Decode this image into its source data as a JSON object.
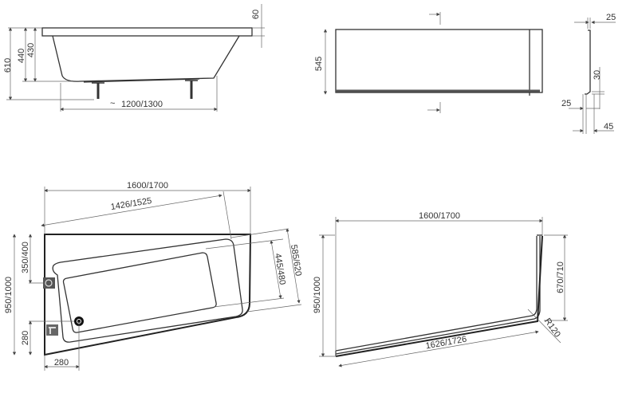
{
  "diagram": {
    "title": "Corner bathtub technical drawing",
    "colors": {
      "line": "#222222",
      "dimension": "#666666",
      "text": "#333333",
      "fixture": "#555555"
    },
    "side_view": {
      "labels": {
        "rim_height": "60",
        "total_height": "610",
        "depth_440": "440",
        "depth_430": "430",
        "length": "1200/1300",
        "approx_symbol": "~"
      }
    },
    "front_panel": {
      "labels": {
        "height": "545"
      }
    },
    "panel_profile": {
      "labels": {
        "top_thickness": "25",
        "lip_height": "30",
        "lip_width": "25",
        "base_width": "45"
      }
    },
    "top_view": {
      "labels": {
        "total_length": "1600/1700",
        "diagonal_length": "1426/1525",
        "total_width": "950/1000",
        "overflow_offset": "350/400",
        "drain_offset_y": "280",
        "drain_offset_x": "280",
        "inner_width": "445/480",
        "outer_width": "585/620"
      }
    },
    "panel_plan": {
      "labels": {
        "total_length": "1600/1700",
        "total_width": "950/1000",
        "side_length": "670/710",
        "radius": "R120",
        "panel_length": "1626/1726"
      }
    }
  }
}
